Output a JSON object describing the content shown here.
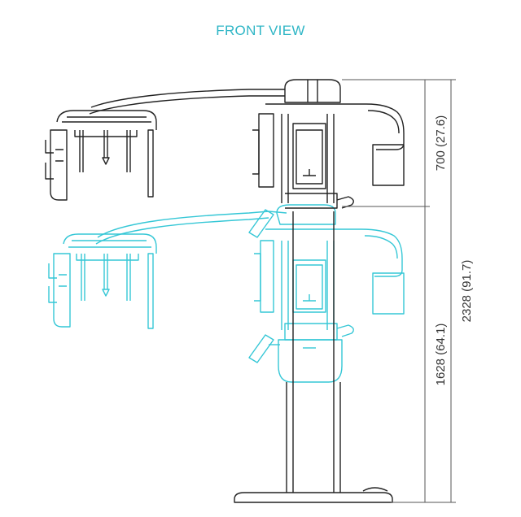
{
  "title": "FRONT VIEW",
  "dimensions": {
    "upper": "700 (27.6)",
    "lower": "1628 (64.1)",
    "total": "2328 (91.7)"
  },
  "colors": {
    "title": "#2fb6c6",
    "lowered_position": "#35c7d6",
    "raised_position": "#222222",
    "dimension_text": "#333333"
  }
}
